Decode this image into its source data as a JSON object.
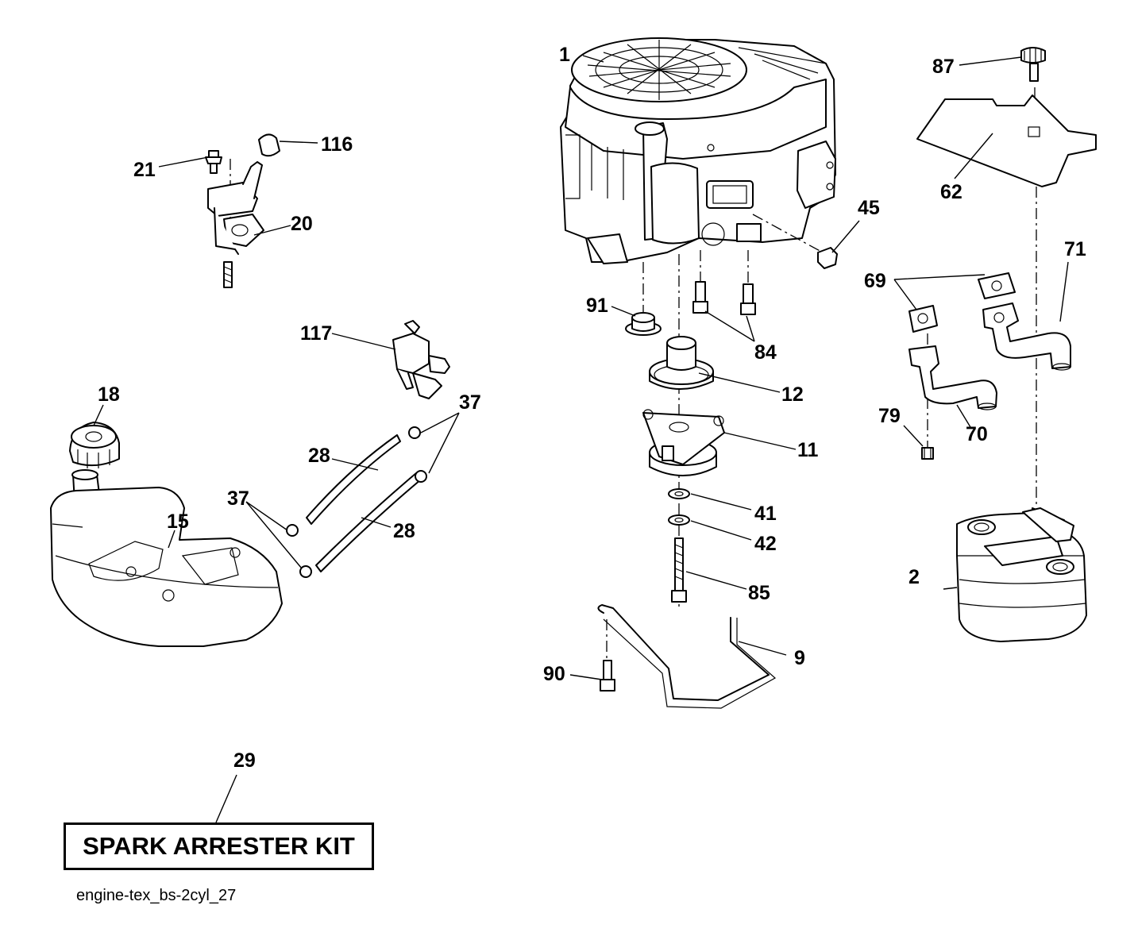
{
  "callouts": {
    "c1": "1",
    "c2": "2",
    "c9": "9",
    "c11": "11",
    "c12": "12",
    "c15": "15",
    "c18": "18",
    "c20": "20",
    "c21": "21",
    "c28a": "28",
    "c28b": "28",
    "c29": "29",
    "c37a": "37",
    "c37b": "37",
    "c41": "41",
    "c42": "42",
    "c45": "45",
    "c62": "62",
    "c69": "69",
    "c70": "70",
    "c71": "71",
    "c79": "79",
    "c84": "84",
    "c85": "85",
    "c87": "87",
    "c90": "90",
    "c91": "91",
    "c116": "116",
    "c117": "117"
  },
  "kit_label": "SPARK ARRESTER KIT",
  "diagram_code": "engine-tex_bs-2cyl_27"
}
